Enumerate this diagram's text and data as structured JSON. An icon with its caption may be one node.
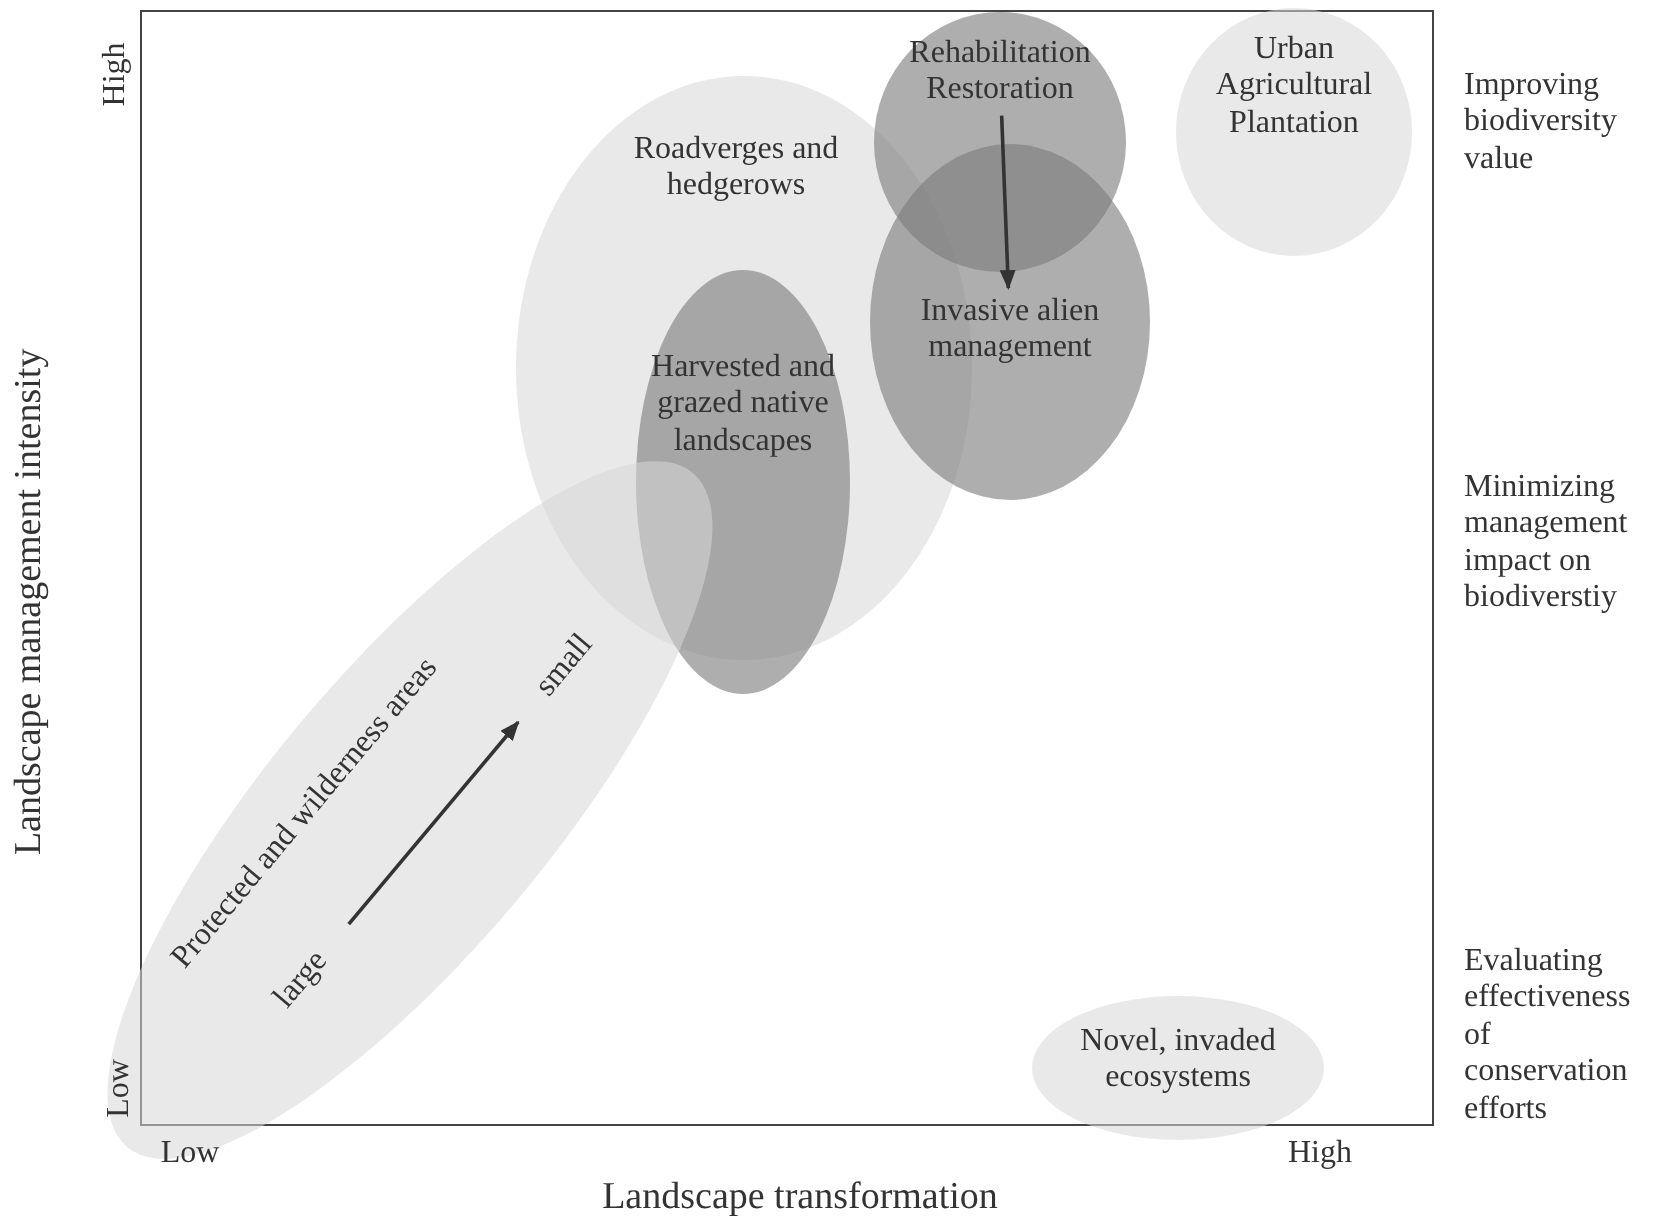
{
  "diagram": {
    "nodes": [
      {
        "text": [
          "Roadverges and hedgerows"
        ]
      },
      {
        "text": [
          "Rehabilitation Restoration"
        ]
      },
      {
        "text": [
          "Urban Agricultural Plantation"
        ]
      },
      {
        "text": [
          "Harvested and grazed native landscapes"
        ]
      },
      {
        "text": [
          "Invasive alien management"
        ]
      },
      {
        "text": [
          "Protected and wilderness areas"
        ]
      },
      {
        "text": [
          "large"
        ],
        "in": 5
      },
      {
        "text": [
          "small"
        ],
        "in": 5
      },
      {
        "text": [
          "Novel, invaded ecosystems"
        ]
      }
    ],
    "edges": [
      {
        "from": 1,
        "to": 4,
        "arrow": "to"
      },
      {
        "from": 6,
        "to": 7,
        "arrow": "to"
      }
    ],
    "labels": [
      "High",
      "Improving biodiversity value",
      "Minimizing management impact on biodiverstiy",
      "Landscape management intensity",
      "Evaluating effectiveness of conservation efforts",
      "Low",
      "Low",
      "High",
      "Landscape transformation"
    ]
  }
}
